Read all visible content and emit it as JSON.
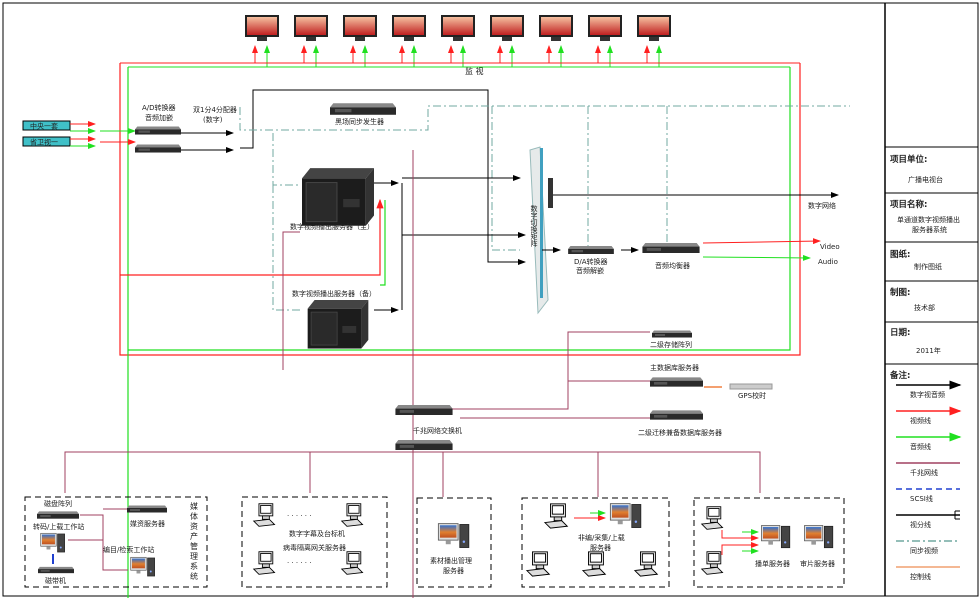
{
  "inputs": [
    "中央一套",
    "省卫视一"
  ],
  "devices": {
    "ad": "A/D转换器",
    "ad2": "音频加嵌",
    "da_split": "双1分4分配器",
    "da_split2": "(数字)",
    "sync_gen": "黑场同步发生器",
    "server_main": "数字视频播出服务器（主）",
    "server_backup": "数字视频播出服务器（备）",
    "monitor": "监      视",
    "matrix": "数字切换矩阵",
    "dac": "D/A转换器",
    "dac2": "音频解嵌",
    "eq": "音频均衡器",
    "network": "数字网络",
    "video": "Video",
    "audio": "Audio",
    "storage2": "二级存储阵列",
    "db_main": "主数据库服务器",
    "gps": "GPS校时",
    "db_backup": "二级迁移兼备数据库服务器",
    "switch": "千兆网络交换机"
  },
  "groups": {
    "mam": {
      "disk": "磁盘阵列",
      "transcode": "转码/上载工作站",
      "mam_server": "媒资服务器",
      "catalog": "编目/检索工作站",
      "tape": "磁带机",
      "title": [
        "媒",
        "体",
        "资",
        "产",
        "管",
        "理",
        "系",
        "统"
      ]
    },
    "caption": "数字字幕及台标机",
    "virus": "病毒隔离网关服务器",
    "material": [
      "素材播出管理",
      "服务器"
    ],
    "nle": [
      "非编/采集/上载",
      "服务器"
    ],
    "playlist": "播单服务器",
    "review": "审片服务器",
    "dots": "· · · · · ·"
  },
  "titleblock": {
    "unit_label": "项目单位:",
    "unit": "广播电视台",
    "name_label": "项目名称:",
    "name1": "单通道数字视频播出",
    "name2": "服务器系统",
    "drawing_label": "图纸:",
    "drawing": "制作图纸",
    "drafter_label": "制图:",
    "drafter": "技术部",
    "date_label": "日期:",
    "date": "2011年",
    "notes_label": "备注:"
  },
  "legend": [
    {
      "label": "数字视音频",
      "color": "#000000"
    },
    {
      "label": "视频线",
      "color": "#ff2020"
    },
    {
      "label": "音频线",
      "color": "#20e020"
    },
    {
      "label": "千兆网线",
      "color": "#a04060"
    },
    {
      "label": "SCSI线",
      "color": "#2040d0"
    },
    {
      "label": "视分线",
      "color": "#000000"
    },
    {
      "label": "同步视频",
      "color": "#70a8a0"
    },
    {
      "label": "控制线",
      "color": "#f0a070"
    }
  ]
}
